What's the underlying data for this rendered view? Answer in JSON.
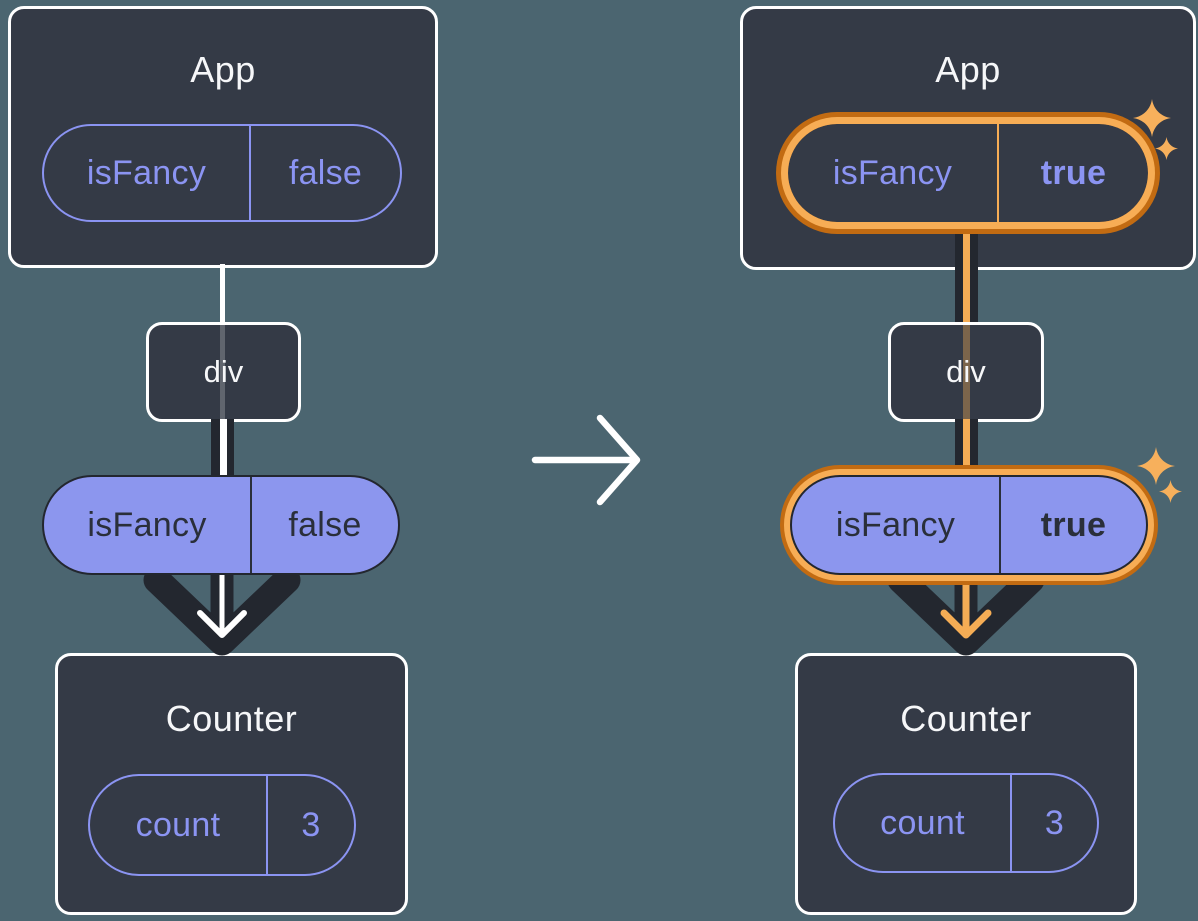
{
  "diagram_title": "React state change diagram: isFancy prop flips from false to true",
  "colors": {
    "background": "#4B6570",
    "card": "#343A46",
    "card_border": "#FFFFFF",
    "purple_fill": "#8C96EE",
    "purple_text": "#8B94F2",
    "dark_line": "#23272F",
    "highlight_light_orange": "#F7AD55",
    "highlight_dark_orange": "#C26B12",
    "sparkle_orange": "#F7B05C"
  },
  "left": {
    "app": {
      "title": "App",
      "state_pill": {
        "key": "isFancy",
        "value": "false"
      }
    },
    "div": {
      "label": "div"
    },
    "prop_pill": {
      "key": "isFancy",
      "value": "false"
    },
    "counter": {
      "title": "Counter",
      "state_pill": {
        "key": "count",
        "value": "3"
      }
    }
  },
  "right": {
    "app": {
      "title": "App",
      "state_pill": {
        "key": "isFancy",
        "value": "true"
      }
    },
    "div": {
      "label": "div"
    },
    "prop_pill": {
      "key": "isFancy",
      "value": "true"
    },
    "counter": {
      "title": "Counter",
      "state_pill": {
        "key": "count",
        "value": "3"
      }
    }
  },
  "icons": {
    "transition_arrow": "right-arrow",
    "sparkles": "four-point-star"
  }
}
